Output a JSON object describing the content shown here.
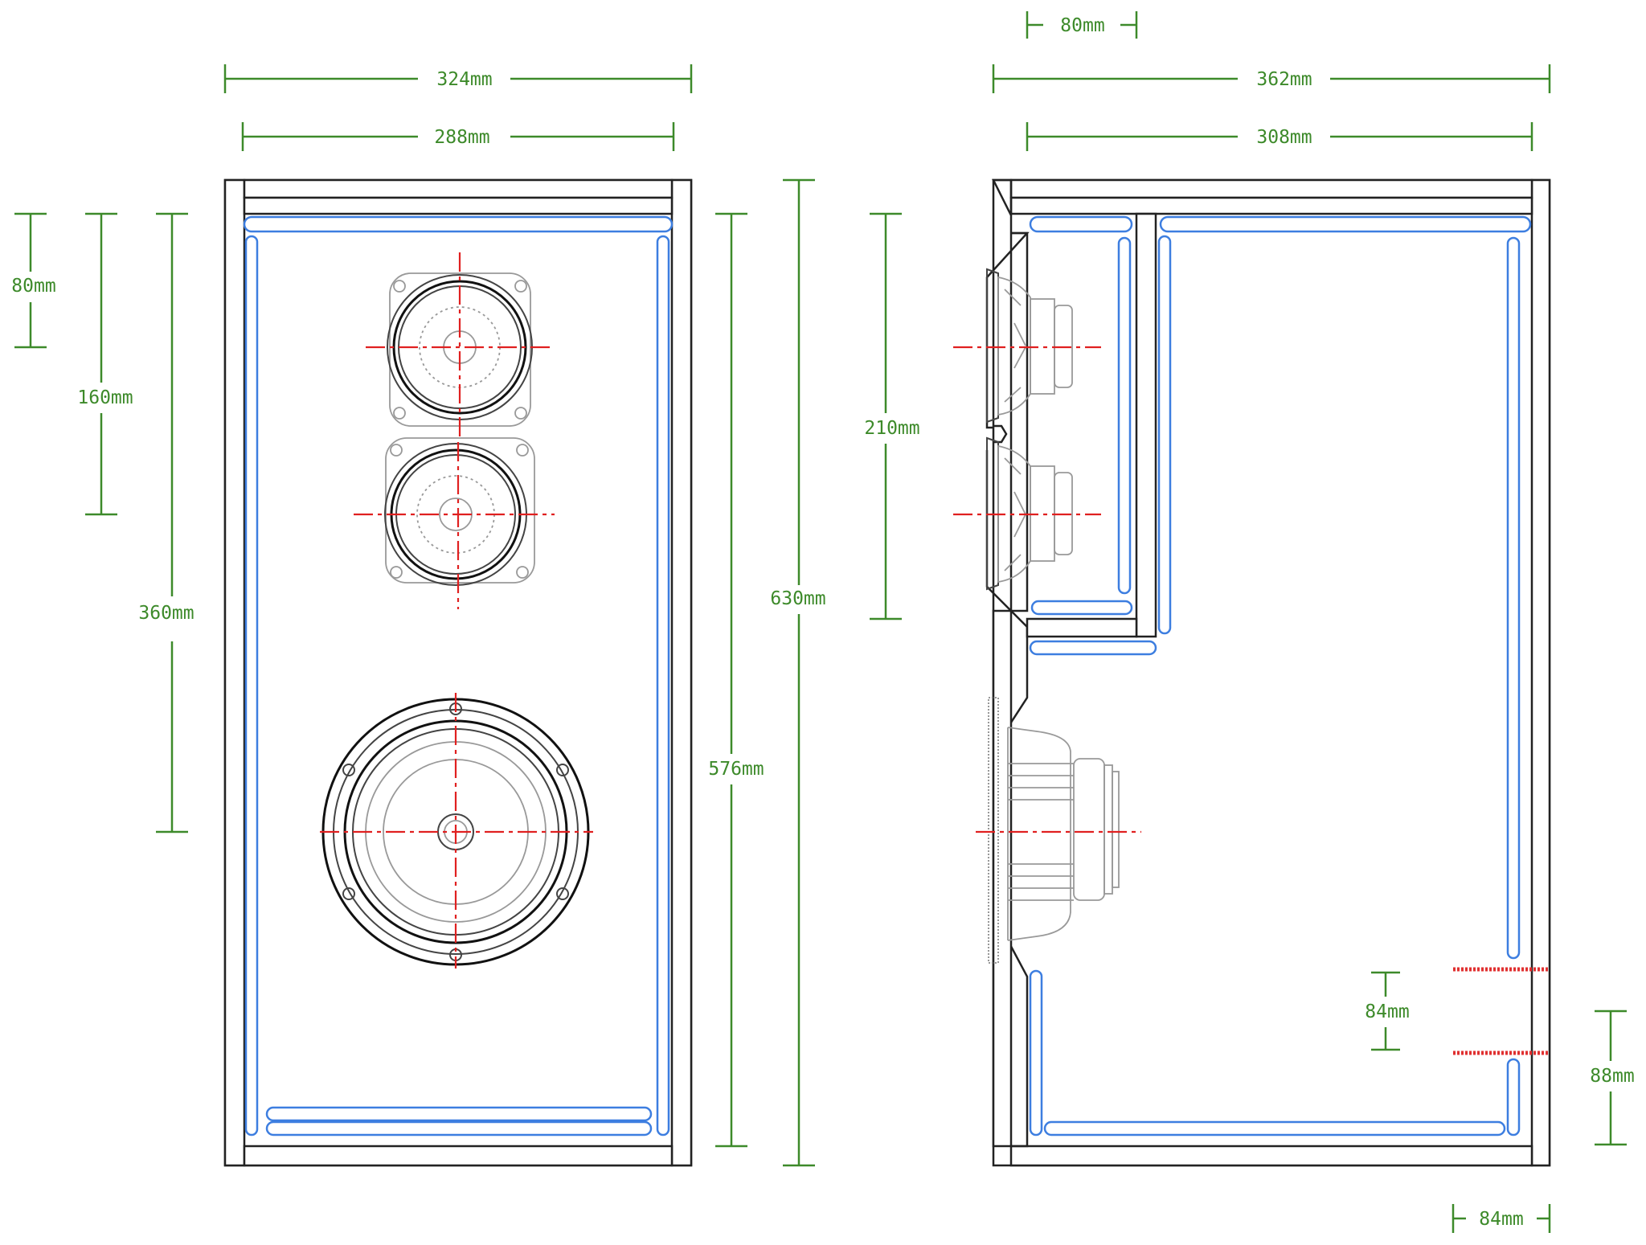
{
  "front_view": {
    "width_outer": "324mm",
    "width_inner": "288mm",
    "height_outer": "630mm",
    "height_inner": "576mm",
    "tweeter_offset": "80mm",
    "second_tweeter_offset": "160mm",
    "woofer_offset": "360mm"
  },
  "side_view": {
    "depth_outer": "362mm",
    "depth_inner": "308mm",
    "baffle_recess": "80mm",
    "tweeter_chamber_height": "210mm",
    "port_height": "84mm",
    "port_offset": "88mm",
    "port_depth": "84mm"
  },
  "colors": {
    "dimension": "#3d8a2a",
    "damping": "#3d7ee0",
    "axis": "#e02020",
    "port": "#e03030",
    "panel": "#222222"
  }
}
